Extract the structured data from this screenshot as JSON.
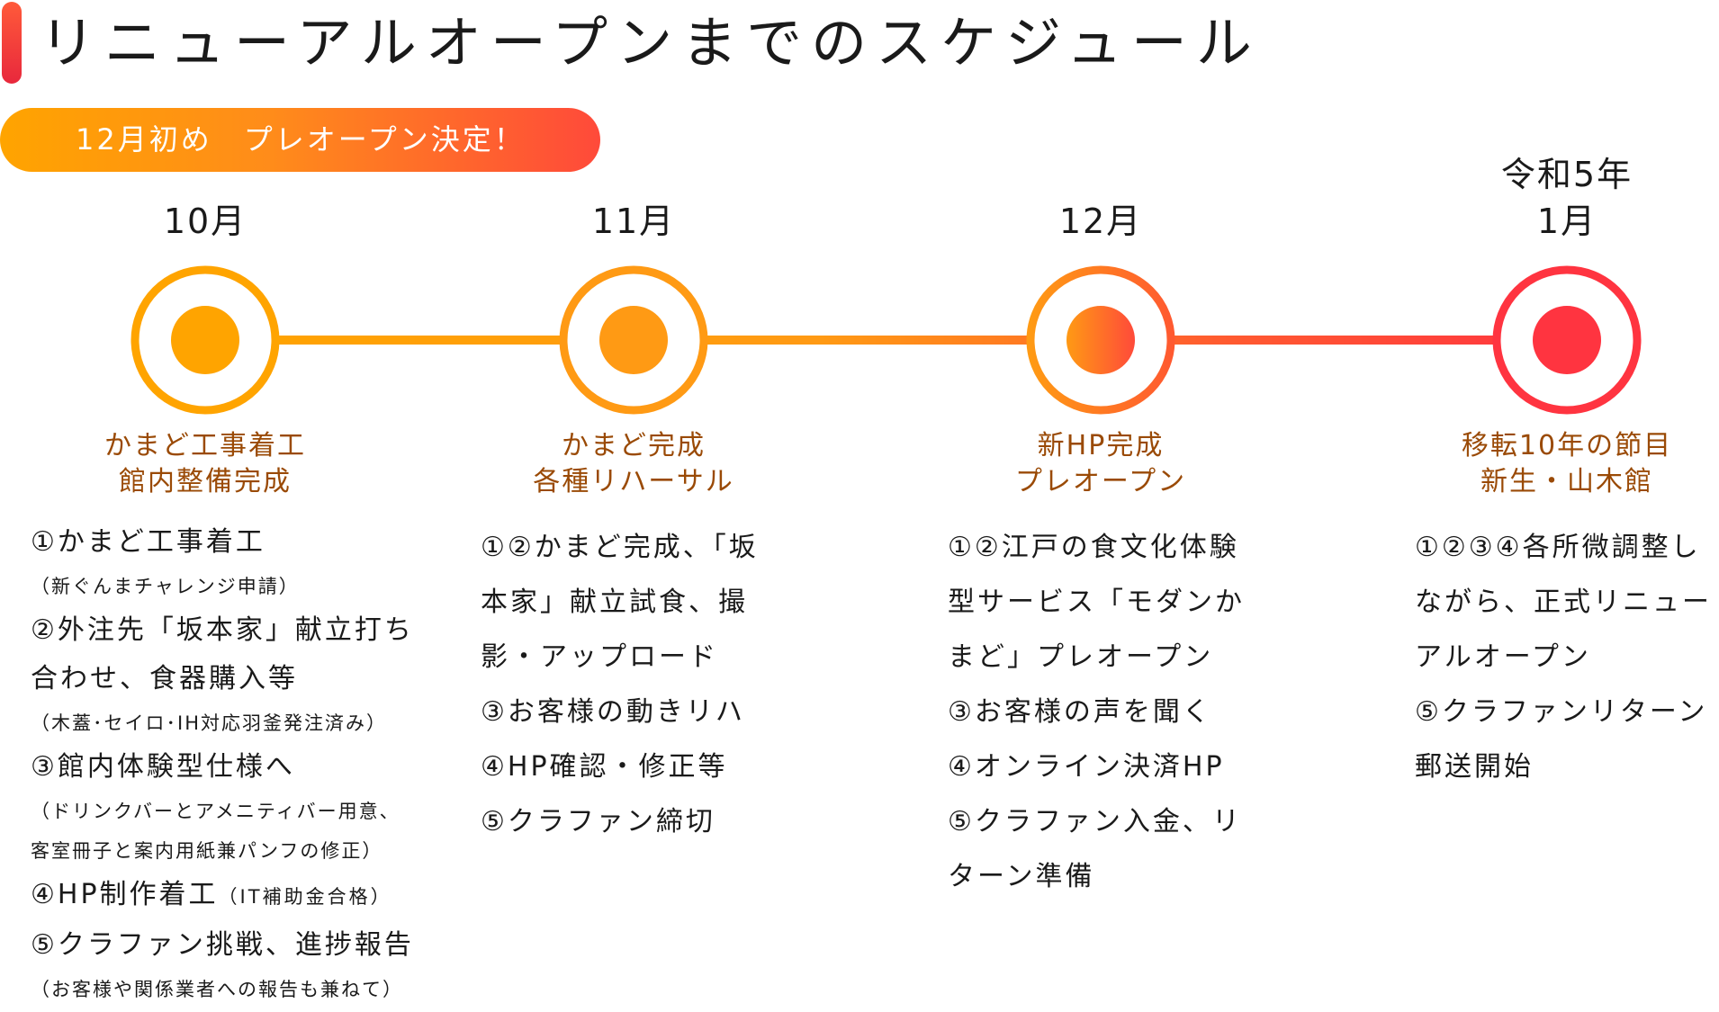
{
  "title": "リニューアルオープンまでのスケジュール",
  "banner": "12月初め　プレオープン決定！",
  "colors": {
    "orange": "#ffa400",
    "red": "#ff3440",
    "milestone_text": "#9a4a06"
  },
  "timeline": [
    {
      "year": "",
      "month": "10月",
      "milestone": [
        "かまど工事着工",
        "館内整備完成"
      ],
      "tasks": [
        {
          "type": "line",
          "text": "①かまど工事着工"
        },
        {
          "type": "note",
          "text": "（新ぐんまチャレンジ申請）"
        },
        {
          "type": "line",
          "text": "②外注先「坂本家」献立打ち"
        },
        {
          "type": "line",
          "text": "合わせ、食器購入等"
        },
        {
          "type": "note",
          "text": "（木蓋･セイロ･IH対応羽釜発注済み）"
        },
        {
          "type": "line",
          "text": "③館内体験型仕様へ"
        },
        {
          "type": "note",
          "text": "（ドリンクバーとアメニティバー用意、"
        },
        {
          "type": "note",
          "text": "客室冊子と案内用紙兼パンフの修正）"
        },
        {
          "type": "line",
          "text": "④HP制作着工",
          "note": "（IT補助金合格）"
        },
        {
          "type": "line",
          "text": "⑤クラファン挑戦、進捗報告"
        },
        {
          "type": "note",
          "text": "（お客様や関係業者への報告も兼ねて）"
        }
      ]
    },
    {
      "year": "",
      "month": "11月",
      "milestone": [
        "かまど完成",
        "各種リハーサル"
      ],
      "tasks": [
        {
          "type": "line",
          "text": "①②かまど完成、「坂"
        },
        {
          "type": "line",
          "text": "本家」献立試食、撮"
        },
        {
          "type": "line",
          "text": "影・アップロード"
        },
        {
          "type": "line",
          "text": "③お客様の動きリハ"
        },
        {
          "type": "line",
          "text": "④HP確認・修正等"
        },
        {
          "type": "line",
          "text": "⑤クラファン締切"
        }
      ]
    },
    {
      "year": "",
      "month": "12月",
      "milestone": [
        "新HP完成",
        "プレオープン"
      ],
      "tasks": [
        {
          "type": "line",
          "text": "①②江戸の食文化体験"
        },
        {
          "type": "line",
          "text": "型サービス「モダンか"
        },
        {
          "type": "line",
          "text": "まど」プレオープン"
        },
        {
          "type": "line",
          "text": "③お客様の声を聞く"
        },
        {
          "type": "line",
          "text": "④オンライン決済HP"
        },
        {
          "type": "line",
          "text": "⑤クラファン入金、リ"
        },
        {
          "type": "line",
          "text": "ターン準備"
        }
      ]
    },
    {
      "year": "令和5年",
      "month": "1月",
      "milestone": [
        "移転10年の節目",
        "新生・山木館"
      ],
      "tasks": [
        {
          "type": "line",
          "text": "①②③④各所微調整し"
        },
        {
          "type": "line",
          "text": "ながら、正式リニュー"
        },
        {
          "type": "line",
          "text": "アルオープン"
        },
        {
          "type": "line",
          "text": "⑤クラファンリターン"
        },
        {
          "type": "line",
          "text": "郵送開始"
        }
      ]
    }
  ]
}
